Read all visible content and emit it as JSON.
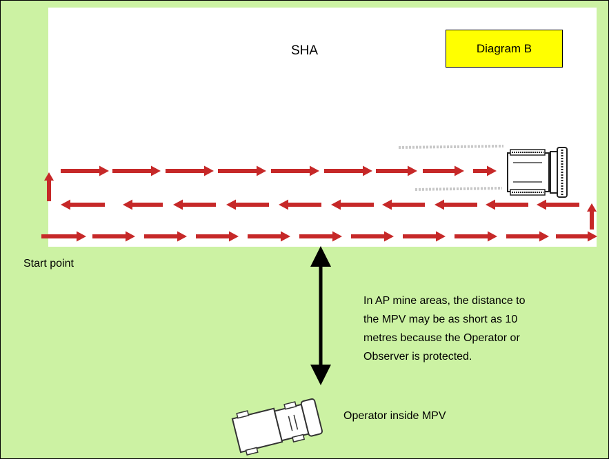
{
  "area_label": "SHA",
  "diagram_badge": "Diagram B",
  "start_point": "Start point",
  "note_lines": [
    "In AP mine areas, the distance to",
    "the MPV may be as short as 10",
    "metres because the Operator or",
    "Observer is protected."
  ],
  "operator_label": "Operator inside MPV",
  "colors": {
    "background": "#ccf2a3",
    "search_area": "#ffffff",
    "arrow": "#c62828",
    "badge": "#ffff00",
    "distance_arrow": "#000000"
  }
}
